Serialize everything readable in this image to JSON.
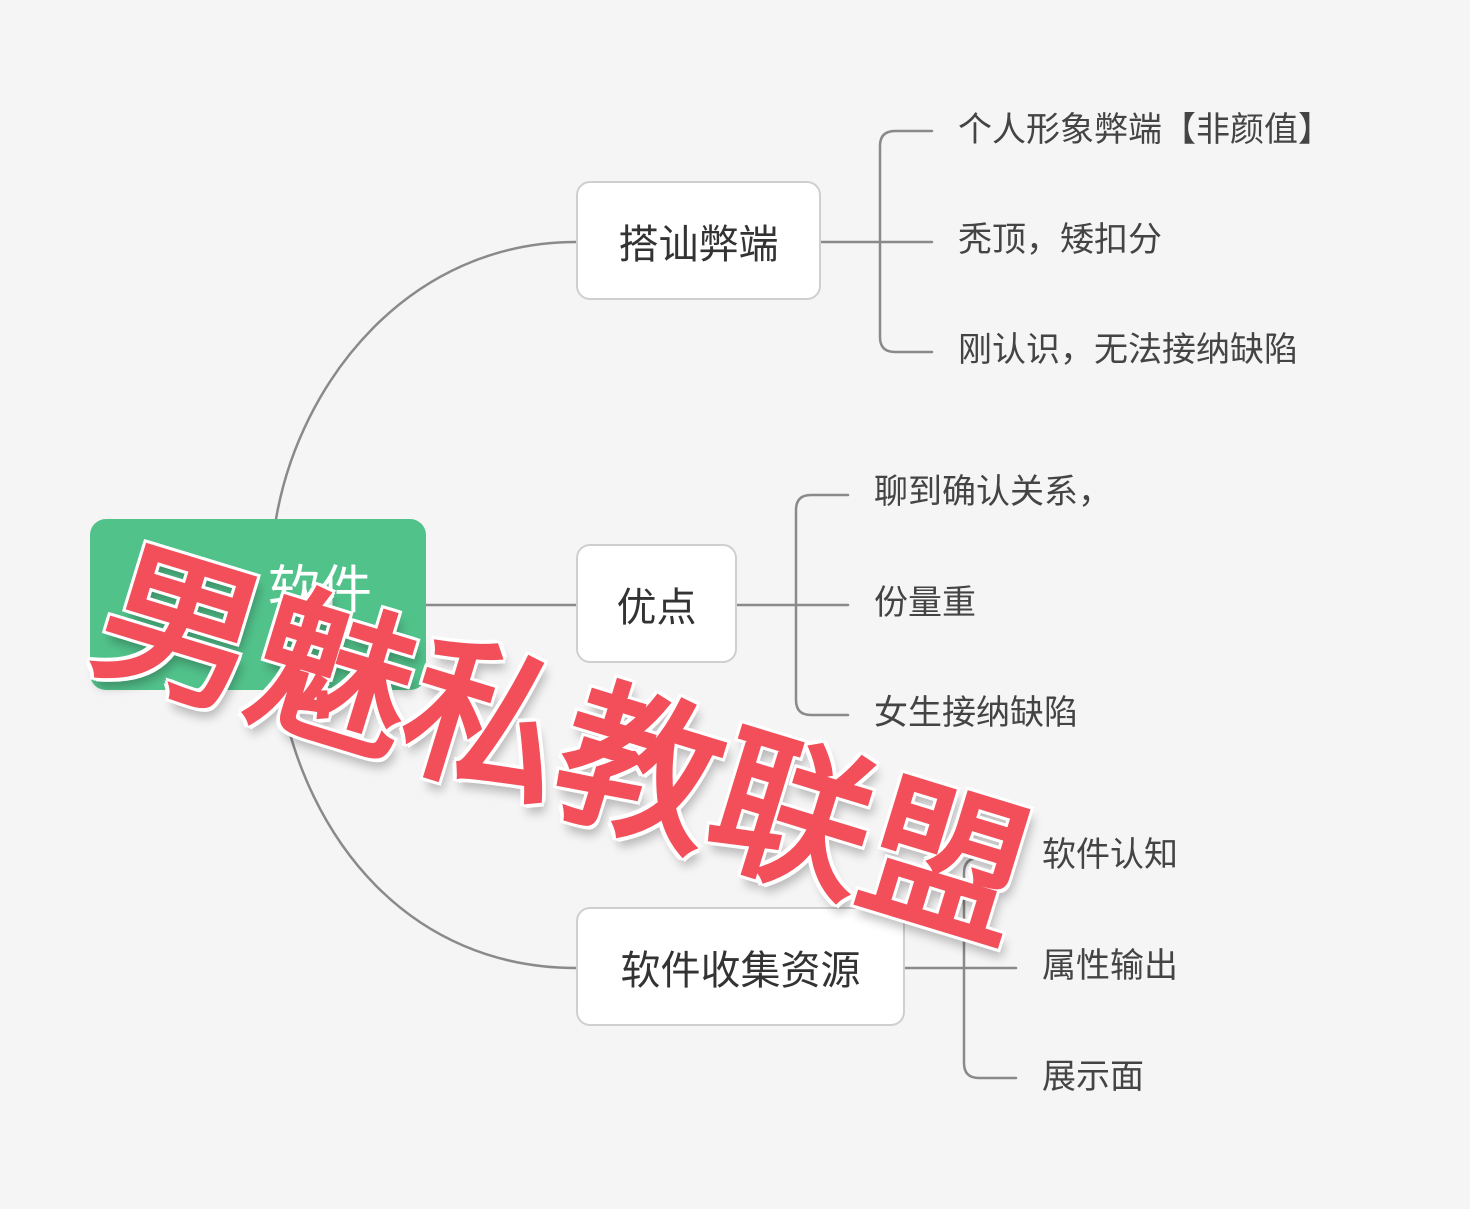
{
  "central": {
    "label": "软件",
    "color": "#52c28b"
  },
  "branches": [
    {
      "label": "搭讪弊端",
      "children": [
        "个人形象弊端【非颜值】",
        "秃顶，矮扣分",
        "刚认识，无法接纳缺陷"
      ]
    },
    {
      "label": "优点",
      "children": [
        "聊到确认关系，",
        "份量重",
        "女生接纳缺陷"
      ]
    },
    {
      "label": "软件收集资源",
      "children": [
        "软件认知",
        "属性输出",
        "展示面"
      ]
    }
  ],
  "watermark": {
    "text": "男魅私教联盟",
    "color": "#f24f5a"
  },
  "colors": {
    "background": "#f5f5f5",
    "connector": "#8a8a8a",
    "topic_border": "#cfcfcf"
  }
}
